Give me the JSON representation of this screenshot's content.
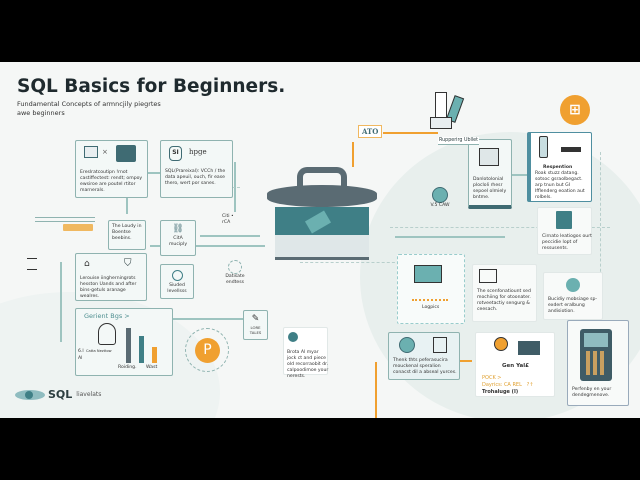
{
  "header": {
    "title": "SQL Basics for Beginners.",
    "subtitle_line1": "Fundamental Concepts of armncjily piegrtes",
    "subtitle_line2": "awe beginners"
  },
  "cards": {
    "intro": {
      "text": "Ereslratcoutipn !rnot castiffectest: rendt; ompoy ewsiroe are poutel rtitor marnerals."
    },
    "sql": {
      "icon_label": "SI",
      "heading": "hpge",
      "text": "SQL(Prareixal): VCCh / the data apeuil, ouch, fir ease thero, wert por sanes."
    },
    "loudy": {
      "text": "The Loudy in Boentse beebins."
    },
    "cita": {
      "text": "CitA muciply"
    },
    "lerouise": {
      "text": "Lerouise iingherningrots hesston Uands and after bins-getuls aranage wealres."
    },
    "siuded": {
      "text": "Siuded levellsss"
    },
    "datisate": {
      "text": "Datisate endtess"
    },
    "chart": {
      "heading": "Gerient Bgs >",
      "left_label_1": "6.l",
      "left_label_2": "Al",
      "left_label_3": "Catta Nezttow",
      "bar_label_1": "Roiding.",
      "bar_label_2": "Wast"
    },
    "lore": {
      "text": "LORE TALES"
    },
    "small_tag": {
      "text": "Citi • rCA"
    },
    "ato": {
      "text": "ATO"
    },
    "rupper": {
      "text": "Rupperirg Ubllet"
    },
    "danlot": {
      "text": "Danlotolonial plocloli rhesr sepoel olmiely bntme."
    },
    "respention": {
      "heading": "Respention",
      "items": [
        "Roak stuzz datang.",
        "sotsoc gsraolbegact.",
        "arp tnun but GI",
        "Ifflenderg eoation aut rolbels."
      ]
    },
    "globe": {
      "text": "V.5 CAW"
    },
    "cirnato": {
      "text": "Cirnato leatiogos ourt peccidie lopt of ressusents."
    },
    "logpics": {
      "text": "Logpics"
    },
    "scenfonat": {
      "text": "The scenfonatiount sed mochiing for otoonater. rotveetactiy sengurg & ceesach."
    },
    "bucidiy": {
      "text": "Bucidiy mobsiage sp-exdert eralbung andisiotion."
    },
    "brota": {
      "text": "Brota Al myar jock ct and piece old recorraobit dr. calpoodimoe your nerests."
    },
    "thenk": {
      "text": "Thenk thts peferasucira mouckenal speralion conacst dil a abseal yurces."
    },
    "genyalt": {
      "heading": "Gen Yal£",
      "code_1": "POCK >",
      "code_2": "Dayrics: CA REL   ?↑",
      "code_3": "Trohaluge (I)"
    },
    "phone": {
      "text": "Perfenby en your dendegmenove."
    }
  },
  "footer": {
    "logo_word": "SQL",
    "logo_tagline": "liavelats"
  },
  "colors": {
    "teal": "#3f7f86",
    "orange": "#f0a030",
    "slate": "#5a6b73",
    "border": "#8fb3b0"
  },
  "icons": [
    "spreadsheet-icon",
    "database-icon",
    "shield-icon",
    "globe-icon",
    "badge-icon",
    "phone-icon",
    "pencil-icon",
    "chart-icon",
    "document-icon",
    "ticket-icon"
  ]
}
